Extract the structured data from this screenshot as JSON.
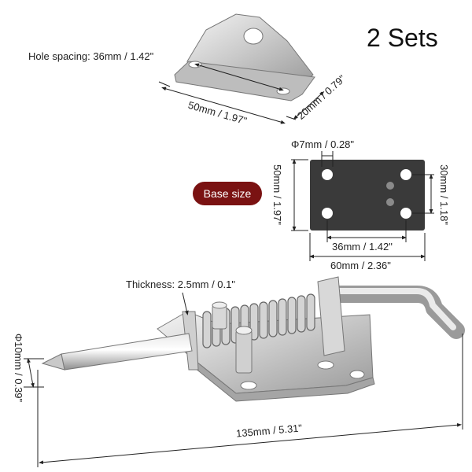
{
  "title": "2 Sets",
  "base_size_label": "Base size",
  "bracket": {
    "hole_spacing": "Hole spacing: 36mm / 1.42\"",
    "length": "50mm / 1.97\"",
    "height": "20mm / 0.79\""
  },
  "plate": {
    "hole_diameter": "Φ7mm / 0.28\"",
    "height": "50mm / 1.97\"",
    "hole_vertical": "30mm / 1.18\"",
    "hole_horizontal": "36mm / 1.42\"",
    "width": "60mm / 2.36\""
  },
  "latch": {
    "thickness": "Thickness: 2.5mm / 0.1\"",
    "pin_diameter": "Φ10mm / 0.39\"",
    "total_length": "135mm / 5.31\""
  }
}
